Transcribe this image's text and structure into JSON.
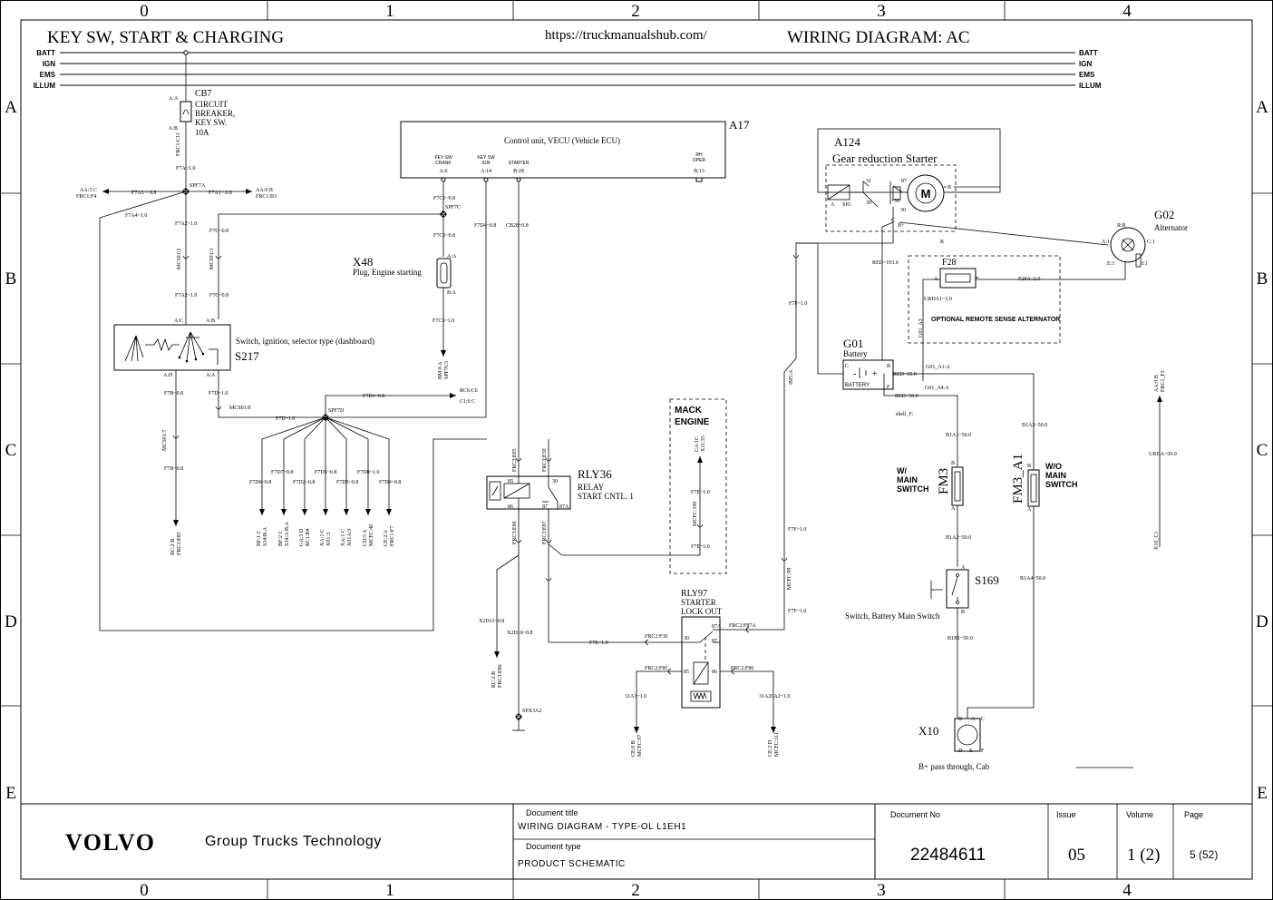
{
  "header": {
    "title": "KEY SW, START & CHARGING",
    "url": "https://truckmanualshub.com/",
    "diagram": "WIRING DIAGRAM: AC"
  },
  "grid": {
    "cols": [
      "0",
      "1",
      "2",
      "3",
      "4"
    ],
    "rows": [
      "A",
      "B",
      "C",
      "D",
      "E"
    ]
  },
  "buses": [
    "BATT",
    "IGN",
    "EMS",
    "ILLUM"
  ],
  "cb7": {
    "ref": "CB7",
    "lines": [
      "CIRCUIT",
      "BREAKER,",
      "KEY SW.",
      "10A"
    ],
    "pin_a": "A:A",
    "pin_b": "A:B",
    "wire_top": "FRC1:C11",
    "wire_bot": "F7A~1.0"
  },
  "spf7a": {
    "ref": "SPF7A",
    "left_wire": "F7A3 ~ 0.8",
    "left_dest1": "AA:3 C",
    "left_dest2": "FRC1:F4",
    "right_wire": "F7A1~ 0.8",
    "right_dest1": "AA:0 B",
    "right_dest2": "FRC1:B3",
    "down_left": "F7A4~1.0",
    "down": "F7A2~1.0"
  },
  "a17": {
    "ref": "A17",
    "name": "Control unit, VECU (Vehicle ECU)",
    "p1_name1": "KEY SW",
    "p1_name2": "CRANK",
    "p1": "A:6",
    "p2_name1": "KEY SW",
    "p2_name2": "IGN",
    "p2": "A:14",
    "p3_name": "STARTER",
    "p3": "B:28",
    "p4_name1": "RH",
    "p4_name2": "OPER",
    "p4": "B:13"
  },
  "spf7c": {
    "ref": "SPF7C",
    "w_in": "F7C1~0.8",
    "w_left": "F7C~0.8",
    "w_down": "F7C2~0.8",
    "w_d4": "F7D4~0.8",
    "w_cb": "CB28~0.8"
  },
  "x48": {
    "ref": "X48",
    "name": "Plug, Engine starting",
    "pin_a": "A:A",
    "pin_b": "B:A",
    "wire": "F7C3~1.0",
    "dest1": "BM:0 A",
    "dest2": "SPF7C3"
  },
  "s217": {
    "ref": "S217",
    "name": "Switch, ignition, selector type (dashboard)",
    "pin_ac": "A:C",
    "pin_ab": "A:B",
    "pin_ad": "A:D",
    "pin_aa": "A:A",
    "conn1": "MCS01:2",
    "conn2": "MCS01:3",
    "w_top1": "F7A2~1.0",
    "w_top2": "F7C~0.8",
    "w_b1": "F7B~0.8",
    "w_b2": "F7D~1.0",
    "w_mcs": "MCS01:8"
  },
  "f7b": {
    "conn": "MCS01:7",
    "wire": "F7B~0.8",
    "dest1": "RC:2 B",
    "dest2": "FRC3:E85"
  },
  "spf7d": {
    "ref": "SPF7D",
    "w_in": "F7D~1.0",
    "w_out": "F7D1~0.8",
    "dest1": "RC6:C6",
    "dest2": "C1:0 C",
    "branches": [
      {
        "wire": "F7D6~0.8",
        "d1": "BF:1 C",
        "d2": "S34:B:A"
      },
      {
        "wire": "F7D7~0.8",
        "d1": "BF:2 C",
        "d2": "S34:A:B:A"
      },
      {
        "wire": "F7D2~0.8",
        "d1": "GA:3 D",
        "d2": "RC1:B4"
      },
      {
        "wire": "F7D5~0.8",
        "d1": "XA:1 C",
        "d2": "X01:3"
      },
      {
        "wire": "F7D5~0.8",
        "d1": "XA:1 C",
        "d2": "X01A:3"
      },
      {
        "wire": "F7D8~1.0",
        "d1": "CD:5 A",
        "d2": "MCFC:40"
      },
      {
        "wire": "F7D9~0.8",
        "d1": "CE:2 A",
        "d2": "FRC1:F7"
      }
    ]
  },
  "rly36": {
    "ref": "RLY36",
    "line1": "RELAY",
    "line2": "START CNTL. 1",
    "top1": "FRC3:E85",
    "top2": "FRC3:E30",
    "p85": "85",
    "p30": "30",
    "p86": "86",
    "p87": "87",
    "p87a": "87A",
    "bot1": "FRC3:E86",
    "bot2": "FRC3:E87"
  },
  "mack": {
    "line1": "MACK",
    "line2": "ENGINE",
    "conn1": "CA:1C",
    "conn2": "X11:35",
    "w1": "F7E~1.0",
    "conn3": "MCFC:100",
    "w2": "F7E~1.0"
  },
  "x2d": {
    "w1": "X2D11~0.8",
    "w2": "X2D10~0.8",
    "dest1": "RC:2 B",
    "dest2": "FRC3:E86",
    "ground": "SPX3A2"
  },
  "rly97": {
    "ref": "RLY97",
    "line1": "STARTER",
    "line2": "LOCK OUT",
    "w_in": "F7E~1.0",
    "c_f30": "FRC2:F30",
    "c_f87a": "FRC2:F87A",
    "c_f85": "FRC2:F85",
    "c_f86": "FRC2:F86",
    "p87a": "87A",
    "p30": "30",
    "p85": "85",
    "p86": "86",
    "p87": "87",
    "w_left": "31A3~1.0",
    "w_right": "31A20A2~1.0",
    "dl1": "CE:0 B",
    "dl2": "MCFC:97",
    "dr1": "CE:2 D",
    "dr2": "MCFC:111"
  },
  "a124": {
    "ref": "A124",
    "name": "Gear reduction Starter",
    "sig": "SIG",
    "p31": "31",
    "p30": "30",
    "p87": "87",
    "p50": "+50",
    "motor": "M",
    "pa": "A",
    "pb": "B",
    "pb2": "B+",
    "pc": "C"
  },
  "f7f": {
    "w1": "F7F~1.0",
    "conn": "IM5:A",
    "w2": "F7F~1.0",
    "conn2": "MCFC:99",
    "w3": "F7F~1.0"
  },
  "g02": {
    "ref": "G02",
    "name": "Alternator",
    "r_label": "R",
    "pin_r": "R:R",
    "pin_a": "A:1",
    "pin_c": "C:1",
    "pin_e": "E:1",
    "pin_i": "I:1",
    "r_wire": "R"
  },
  "f28": {
    "ref": "F28",
    "pa": "A",
    "pb": "B",
    "wire": "F28A~2.0",
    "red": "RED~103.0",
    "urda": "URDA1~3.0",
    "g01a3": "G01_A3",
    "optional": "OPTIONAL REMOTE SENSE ALTERNATOR"
  },
  "g01": {
    "ref": "G01",
    "name": "Battery",
    "minus": "-",
    "plus": "+",
    "pc": "C",
    "pb": "B",
    "pf": "F",
    "label": "BATTERY",
    "w1": "RED~50.0",
    "c1": "G01_A1:A",
    "w2": "RED~50.0",
    "c2": "G01_A4:A",
    "shell": "shell_F:"
  },
  "fm3": {
    "ref": "FM3",
    "line1": "W/",
    "line2": "MAIN",
    "line3": "SWITCH",
    "w_top": "B1A1~50.0",
    "w_bot": "B1A2~50.0",
    "pa": "A",
    "pb": "B"
  },
  "fm3a1": {
    "ref": "FM3_A1",
    "line1": "W/O",
    "line2": "MAIN",
    "line3": "SWITCH",
    "w_top": "B1A3~50.0",
    "w_bot": "B1A4~50.0",
    "pa": "A",
    "pb": "B"
  },
  "s169": {
    "ref": "S169",
    "name": "Switch, Battery Main Switch",
    "pa": "A",
    "pb": "B",
    "w": "B1B1~50.0"
  },
  "x10": {
    "ref": "X10",
    "name": "B+ pass through, Cab",
    "pb": "B",
    "pa": "A",
    "pc": "C",
    "pd": "D",
    "pe": "E",
    "pf": "F"
  },
  "right_side": {
    "d1": "AA:0 B",
    "d2": "FRC1_F3",
    "wire": "URDA~50.0",
    "conn": "X10_C1"
  },
  "titleblock": {
    "brand": "VOLVO",
    "org": "Group Trucks Technology",
    "doc_title_label": "Document title",
    "doc_title": "WIRING DIAGRAM - TYPE-OL L1EH1",
    "doc_type_label": "Document type",
    "doc_type": "PRODUCT SCHEMATIC",
    "doc_no_label": "Document No",
    "doc_no": "22484611",
    "issue_label": "Issue",
    "issue": "05",
    "volume_label": "Volume",
    "volume": "1 (2)",
    "page_label": "Page",
    "page": "5 (52)"
  }
}
